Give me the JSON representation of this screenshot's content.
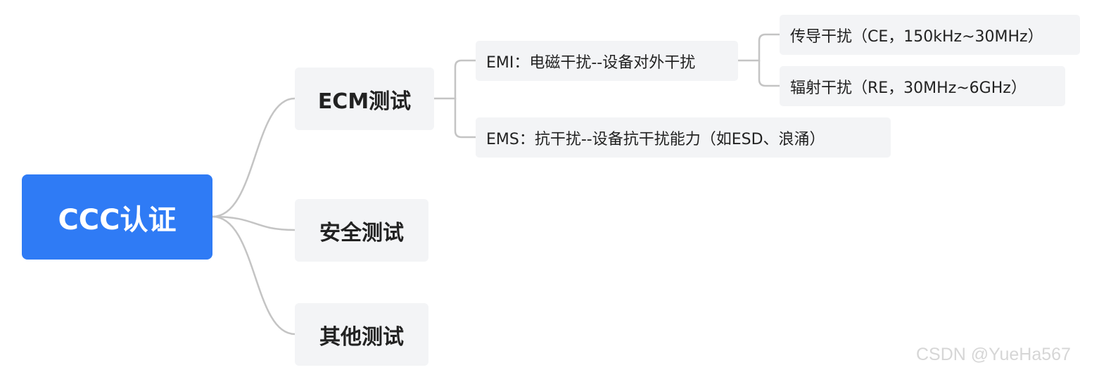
{
  "root": {
    "label": "CCC认证"
  },
  "branches": [
    {
      "label": "ECM测试",
      "children": [
        {
          "label": "EMI：电磁干扰--设备对外干扰",
          "children": [
            {
              "label": "传导干扰（CE，150kHz~30MHz）"
            },
            {
              "label": "辐射干扰（RE，30MHz~6GHz）"
            }
          ]
        },
        {
          "label": "EMS：抗干扰--设备抗干扰能力（如ESD、浪涌）"
        }
      ]
    },
    {
      "label": "安全测试"
    },
    {
      "label": "其他测试"
    }
  ],
  "watermark": "CSDN @YueHa567",
  "colors": {
    "root_fill": "#2f7bf5",
    "node_fill": "#f3f4f6",
    "connector": "#c4c4c4",
    "watermark": "#d6d6d6"
  }
}
